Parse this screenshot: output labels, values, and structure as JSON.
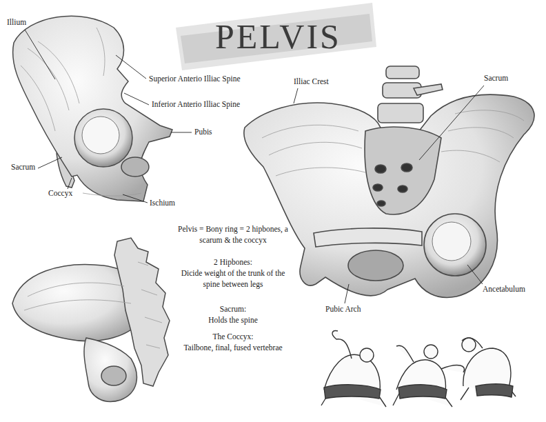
{
  "diagram": {
    "title": "PELVIS",
    "labels": [
      "Illium",
      "Superior Anterio Illiac Spine",
      "Inferior Anterio Illiac Spine",
      "Pubis",
      "Sacrum",
      "Coccyx",
      "Ischium",
      "Illiac Crest",
      "Sacrum",
      "Ancetabulum",
      "Pubic Arch",
      "Pelvis = Bony ring = 2 hipbones, a scarum & the coccyx",
      "2 Hipbones:",
      "Dicide weight of the trunk of the spine between legs",
      "Sacrum:",
      "Holds the spine",
      "The Coccyx:",
      "Tailbone, final, fused vertebrae"
    ]
  }
}
